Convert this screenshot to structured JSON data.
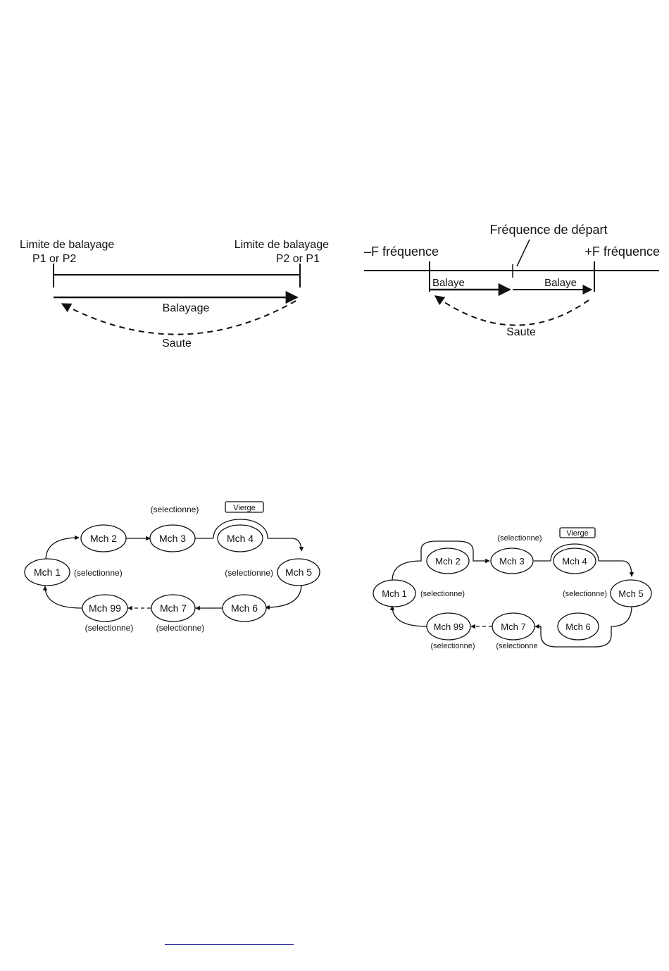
{
  "diagram1": {
    "left_limit_line1": "Limite de balayage",
    "left_limit_line2": "P1 or P2",
    "right_limit_line1": "Limite de balayage",
    "right_limit_line2": "P2 or P1",
    "sweep_label": "Balayage",
    "jump_label": "Saute"
  },
  "diagram2": {
    "minus_label": "–F fréquence",
    "plus_label": "+F fréquence",
    "start_label": "Fréquence de départ",
    "sweep_left_label": "Balaye",
    "sweep_right_label": "Balaye",
    "jump_label": "Saute"
  },
  "diagram3": {
    "nodes": {
      "mch1": "Mch 1",
      "mch2": "Mch 2",
      "mch3": "Mch 3",
      "mch4": "Mch 4",
      "mch5": "Mch 5",
      "mch6": "Mch 6",
      "mch7": "Mch 7",
      "mch99": "Mch 99"
    },
    "tags": {
      "above_mch3": "(selectionne)",
      "vierge": "Vierge",
      "right_of_mch1": "(selectionne)",
      "left_of_mch5": "(selectionne)",
      "below_mch99": "(selectionne)",
      "below_mch7": "(selectionne)"
    }
  },
  "diagram4": {
    "nodes": {
      "mch1": "Mch 1",
      "mch2": "Mch 2",
      "mch3": "Mch 3",
      "mch4": "Mch 4",
      "mch5": "Mch 5",
      "mch6": "Mch 6",
      "mch7": "Mch 7",
      "mch99": "Mch 99"
    },
    "tags": {
      "above_mch3": "(selectionne)",
      "vierge": "Vierge",
      "right_of_mch1": "(selectionne)",
      "left_of_mch5": "(selectionne)",
      "below_mch99": "(selectionne)",
      "below_mch7": "(selectionne"
    }
  }
}
